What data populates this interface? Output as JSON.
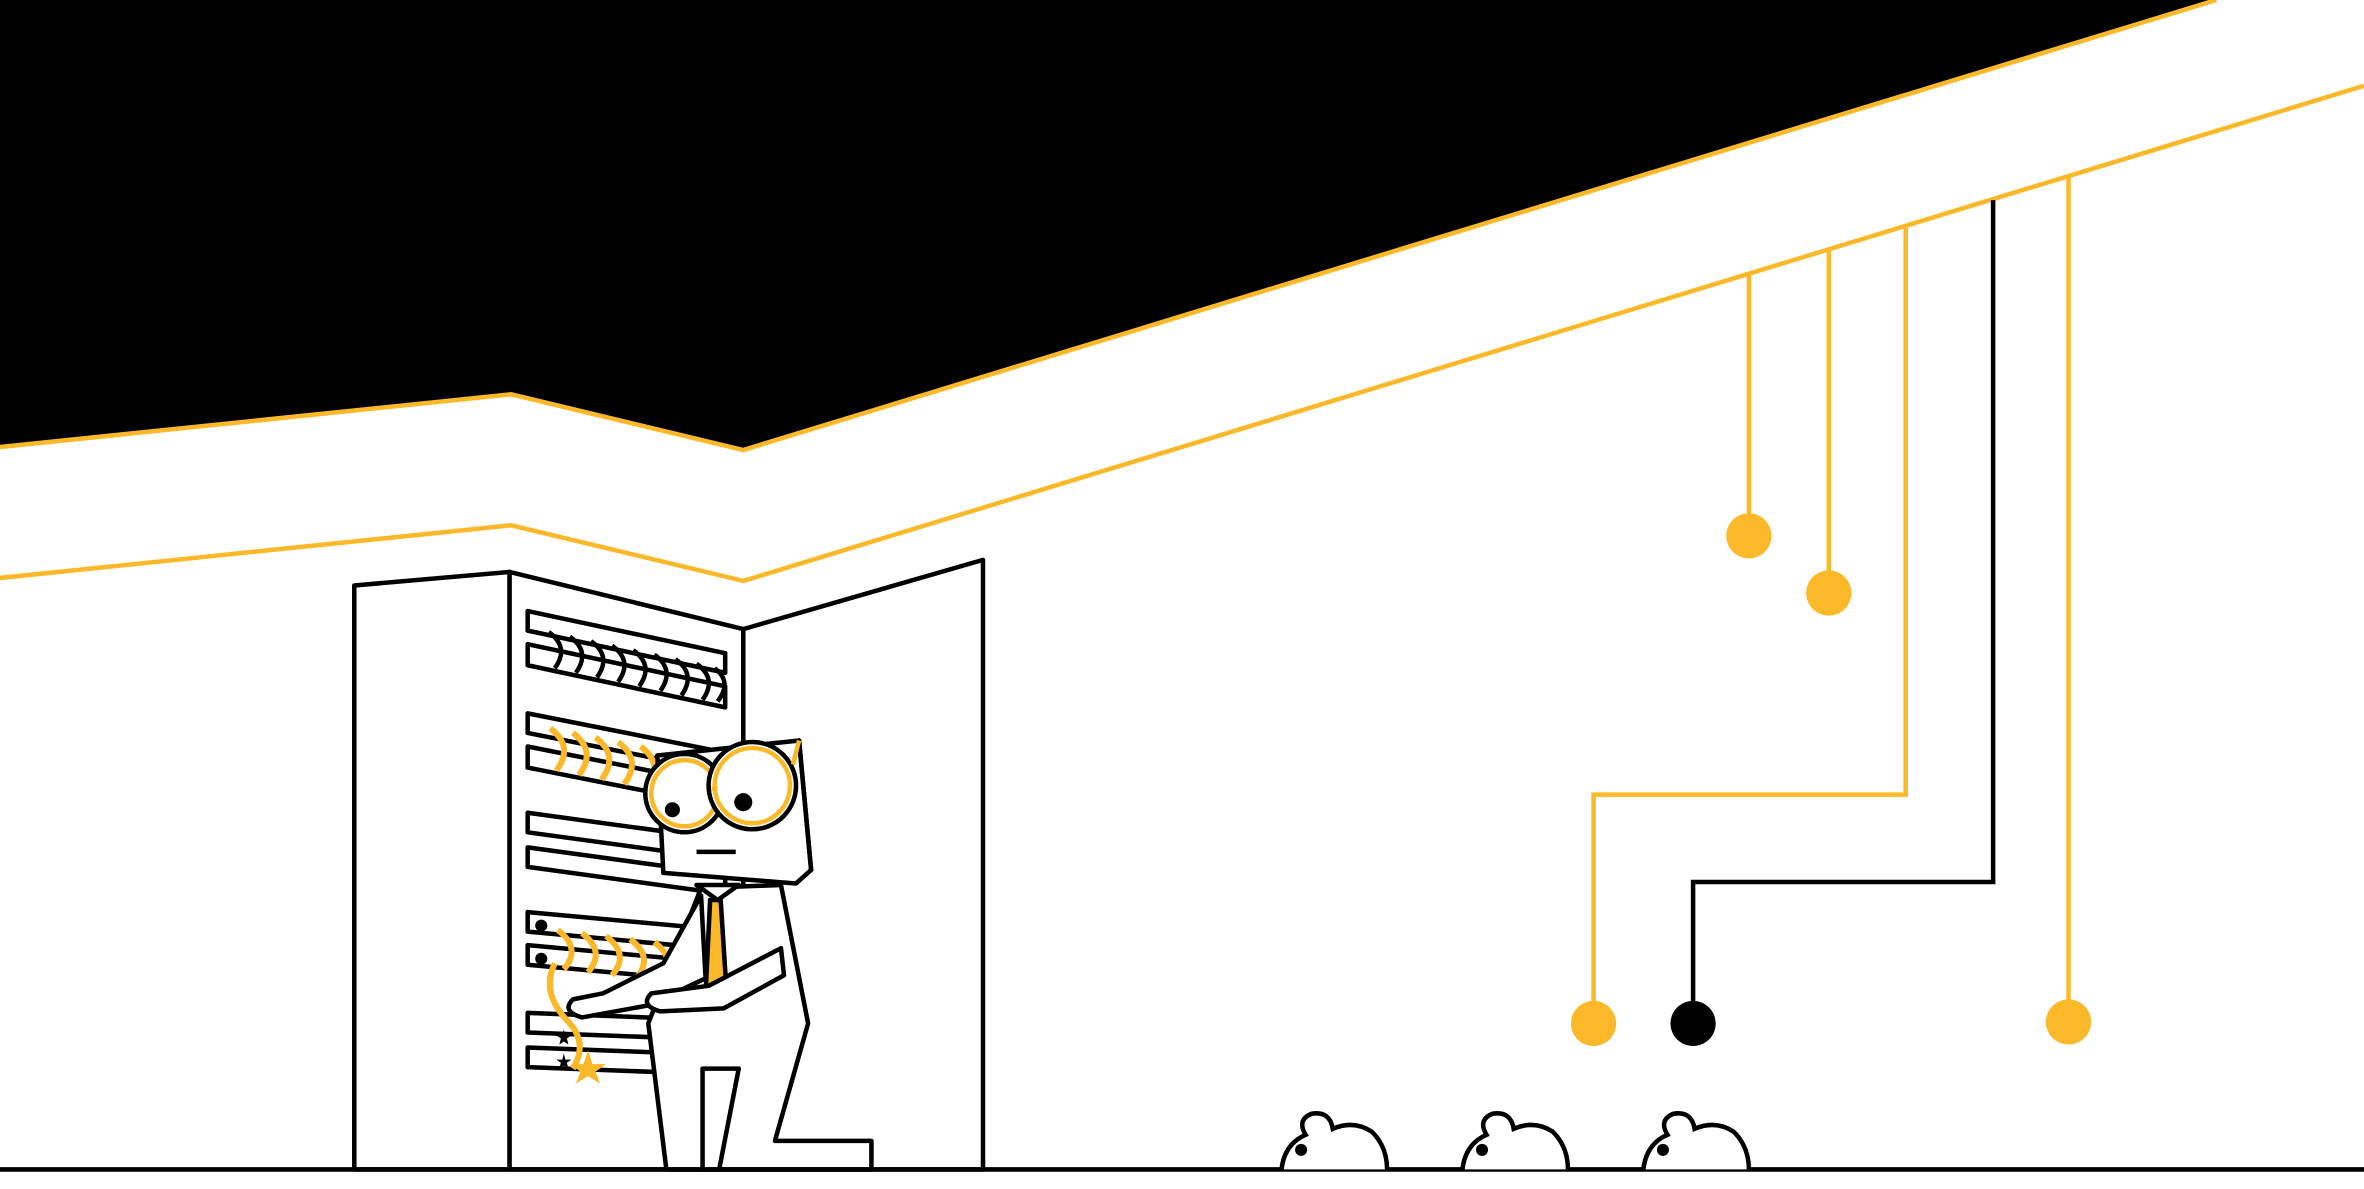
{
  "colors": {
    "accent": "#FBB829",
    "ink": "#000000",
    "background": "#FFFFFF"
  },
  "illustration": {
    "description_free": true,
    "elements": [
      "server-rack",
      "technician-character",
      "hanging-cables",
      "mice"
    ]
  }
}
